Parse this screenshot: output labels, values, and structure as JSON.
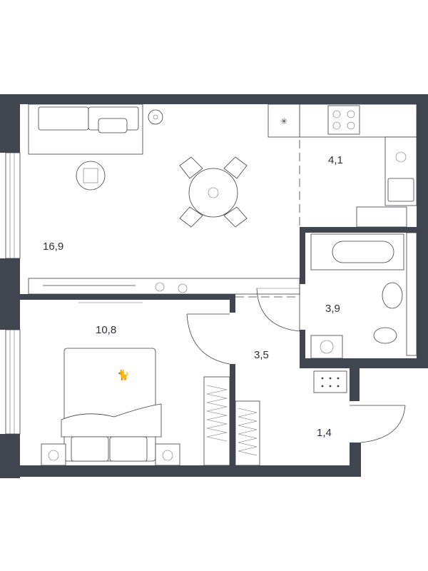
{
  "rooms": {
    "living": {
      "area": "16,9"
    },
    "bedroom": {
      "area": "10,8"
    },
    "kitchen": {
      "area": "4,1"
    },
    "bathroom": {
      "area": "3,9"
    },
    "hallway": {
      "area": "3,5"
    },
    "entry": {
      "area": "1,4"
    }
  },
  "colors": {
    "wall": "#414550",
    "line": "#3b3e47",
    "label": "#2e3038"
  },
  "icons": {
    "fridge": "snowflake-icon",
    "cooktop": "stove-burners-icon"
  }
}
